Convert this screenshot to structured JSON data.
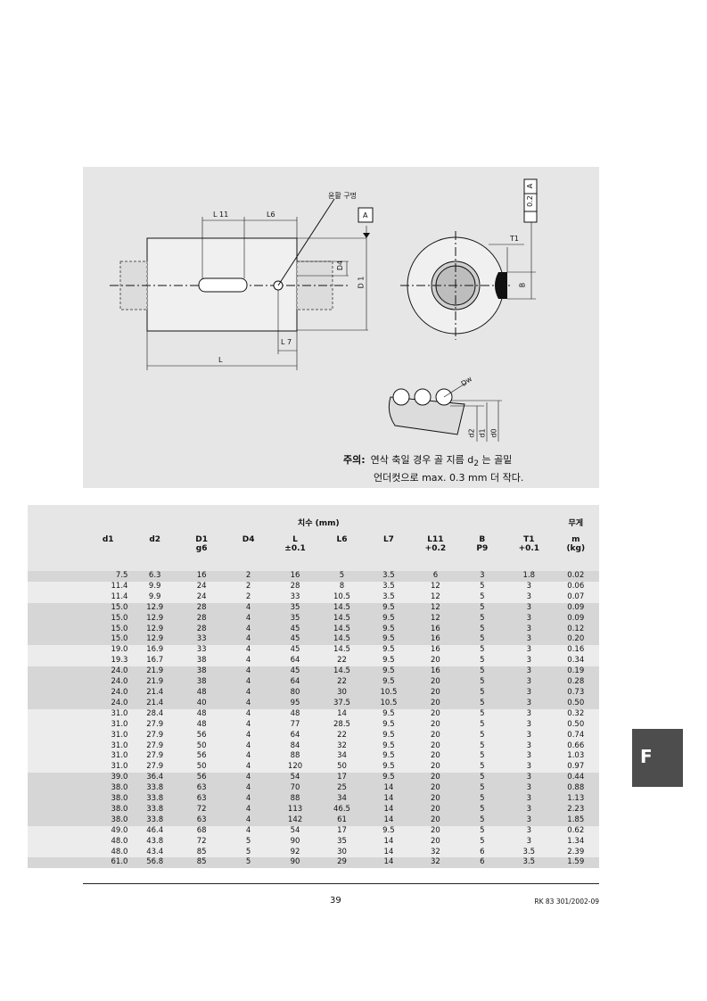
{
  "drawing": {
    "label_lube_hole": "윤활 구멍",
    "label_datum": "A",
    "label_L11": "L 11",
    "label_L6": "L6",
    "label_L7": "L 7",
    "label_L": "L",
    "label_D1": "D 1",
    "label_D4": "D4",
    "label_T1": "T1",
    "label_B": "B",
    "label_tolerance_value": "0.2",
    "label_tolerance_datum": "A",
    "label_Dw": "Dw",
    "label_d2": "d2",
    "label_d1": "d1",
    "label_d0": "d0",
    "note_title": "주의:",
    "note_line1": "연삭 축일 경우 골 지름 d",
    "note_sub": "2",
    "note_line1b": " 는 골밑",
    "note_line2": "언더컷으로 max. 0.3 mm 더 작다."
  },
  "table": {
    "group_header": "치수 (mm)",
    "weight_header": "무게",
    "columns": [
      {
        "main": "d1",
        "sub": ""
      },
      {
        "main": "d2",
        "sub": ""
      },
      {
        "main": "D1",
        "sub": "g6"
      },
      {
        "main": "D4",
        "sub": ""
      },
      {
        "main": "L",
        "sub": "±0.1"
      },
      {
        "main": "L6",
        "sub": ""
      },
      {
        "main": "L7",
        "sub": ""
      },
      {
        "main": "L11",
        "sub": "+0.2"
      },
      {
        "main": "B",
        "sub": "P9"
      },
      {
        "main": "T1",
        "sub": "+0.1"
      },
      {
        "main": "m",
        "sub": "(kg)"
      }
    ],
    "rows": [
      [
        "7.5",
        "6.3",
        "16",
        "2",
        "16",
        "5",
        "3.5",
        "6",
        "3",
        "1.8",
        "0.02"
      ],
      [
        "11.4",
        "9.9",
        "24",
        "2",
        "28",
        "8",
        "3.5",
        "12",
        "5",
        "3",
        "0.06"
      ],
      [
        "11.4",
        "9.9",
        "24",
        "2",
        "33",
        "10.5",
        "3.5",
        "12",
        "5",
        "3",
        "0.07"
      ],
      [
        "15.0",
        "12.9",
        "28",
        "4",
        "35",
        "14.5",
        "9.5",
        "12",
        "5",
        "3",
        "0.09"
      ],
      [
        "15.0",
        "12.9",
        "28",
        "4",
        "35",
        "14.5",
        "9.5",
        "12",
        "5",
        "3",
        "0.09"
      ],
      [
        "15.0",
        "12.9",
        "28",
        "4",
        "45",
        "14.5",
        "9.5",
        "16",
        "5",
        "3",
        "0.12"
      ],
      [
        "15.0",
        "12.9",
        "33",
        "4",
        "45",
        "14.5",
        "9.5",
        "16",
        "5",
        "3",
        "0.20"
      ],
      [
        "19.0",
        "16.9",
        "33",
        "4",
        "45",
        "14.5",
        "9.5",
        "16",
        "5",
        "3",
        "0.16"
      ],
      [
        "19.3",
        "16.7",
        "38",
        "4",
        "64",
        "22",
        "9.5",
        "20",
        "5",
        "3",
        "0.34"
      ],
      [
        "24.0",
        "21.9",
        "38",
        "4",
        "45",
        "14.5",
        "9.5",
        "16",
        "5",
        "3",
        "0.19"
      ],
      [
        "24.0",
        "21.9",
        "38",
        "4",
        "64",
        "22",
        "9.5",
        "20",
        "5",
        "3",
        "0.28"
      ],
      [
        "24.0",
        "21.4",
        "48",
        "4",
        "80",
        "30",
        "10.5",
        "20",
        "5",
        "3",
        "0.73"
      ],
      [
        "24.0",
        "21.4",
        "40",
        "4",
        "95",
        "37.5",
        "10.5",
        "20",
        "5",
        "3",
        "0.50"
      ],
      [
        "31.0",
        "28.4",
        "48",
        "4",
        "48",
        "14",
        "9.5",
        "20",
        "5",
        "3",
        "0.32"
      ],
      [
        "31.0",
        "27.9",
        "48",
        "4",
        "77",
        "28.5",
        "9.5",
        "20",
        "5",
        "3",
        "0.50"
      ],
      [
        "31.0",
        "27.9",
        "56",
        "4",
        "64",
        "22",
        "9.5",
        "20",
        "5",
        "3",
        "0.74"
      ],
      [
        "31.0",
        "27.9",
        "50",
        "4",
        "84",
        "32",
        "9.5",
        "20",
        "5",
        "3",
        "0.66"
      ],
      [
        "31.0",
        "27.9",
        "56",
        "4",
        "88",
        "34",
        "9.5",
        "20",
        "5",
        "3",
        "1.03"
      ],
      [
        "31.0",
        "27.9",
        "50",
        "4",
        "120",
        "50",
        "9.5",
        "20",
        "5",
        "3",
        "0.97"
      ],
      [
        "39.0",
        "36.4",
        "56",
        "4",
        "54",
        "17",
        "9.5",
        "20",
        "5",
        "3",
        "0.44"
      ],
      [
        "38.0",
        "33.8",
        "63",
        "4",
        "70",
        "25",
        "14",
        "20",
        "5",
        "3",
        "0.88"
      ],
      [
        "38.0",
        "33.8",
        "63",
        "4",
        "88",
        "34",
        "14",
        "20",
        "5",
        "3",
        "1.13"
      ],
      [
        "38.0",
        "33.8",
        "72",
        "4",
        "113",
        "46.5",
        "14",
        "20",
        "5",
        "3",
        "2.23"
      ],
      [
        "38.0",
        "33.8",
        "63",
        "4",
        "142",
        "61",
        "14",
        "20",
        "5",
        "3",
        "1.85"
      ],
      [
        "49.0",
        "46.4",
        "68",
        "4",
        "54",
        "17",
        "9.5",
        "20",
        "5",
        "3",
        "0.62"
      ],
      [
        "48.0",
        "43.8",
        "72",
        "5",
        "90",
        "35",
        "14",
        "20",
        "5",
        "3",
        "1.34"
      ],
      [
        "48.0",
        "43.4",
        "85",
        "5",
        "92",
        "30",
        "14",
        "32",
        "6",
        "3.5",
        "2.39"
      ],
      [
        "61.0",
        "56.8",
        "85",
        "5",
        "90",
        "29",
        "14",
        "32",
        "6",
        "3.5",
        "1.59"
      ]
    ],
    "shading": [
      "g",
      "w",
      "w",
      "g",
      "g",
      "g",
      "g",
      "w",
      "w",
      "g",
      "g",
      "g",
      "g",
      "w",
      "w",
      "w",
      "w",
      "w",
      "w",
      "g",
      "g",
      "g",
      "g",
      "g",
      "w",
      "w",
      "w",
      "g"
    ]
  },
  "footer": {
    "page_number": "39",
    "doc_ref": "RK 83 301/2002-09"
  },
  "side_tab": {
    "label": "F"
  }
}
